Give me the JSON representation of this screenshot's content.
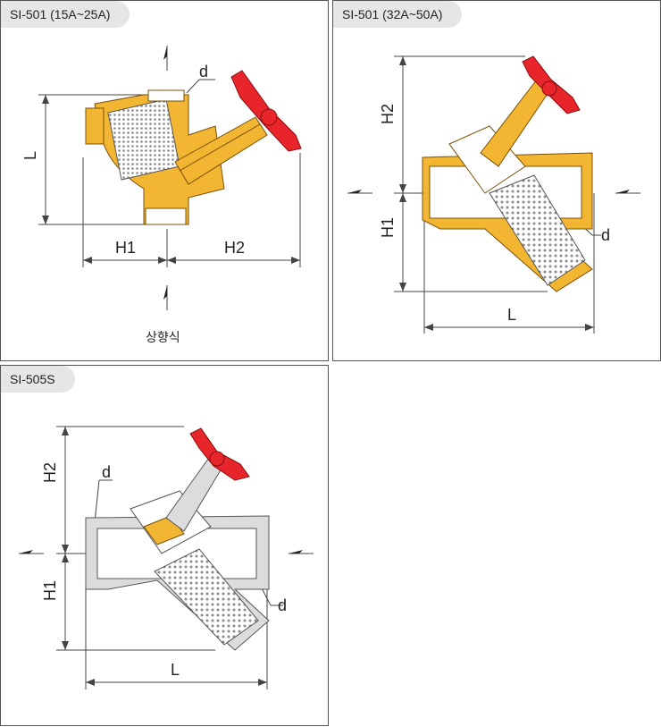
{
  "panels": [
    {
      "title": "SI-501 (15A~25A)",
      "caption": "상향식"
    },
    {
      "title": "SI-501 (32A~50A)"
    },
    {
      "title": "SI-505S"
    }
  ],
  "labels": {
    "d": "d",
    "L": "L",
    "H1": "H1",
    "H2": "H2"
  },
  "colors": {
    "brass": "#f2b632",
    "brass_dark": "#b57a10",
    "handle_red": "#e8252b",
    "silver": "#dcdcdc",
    "screen": "#9a9a9a"
  }
}
